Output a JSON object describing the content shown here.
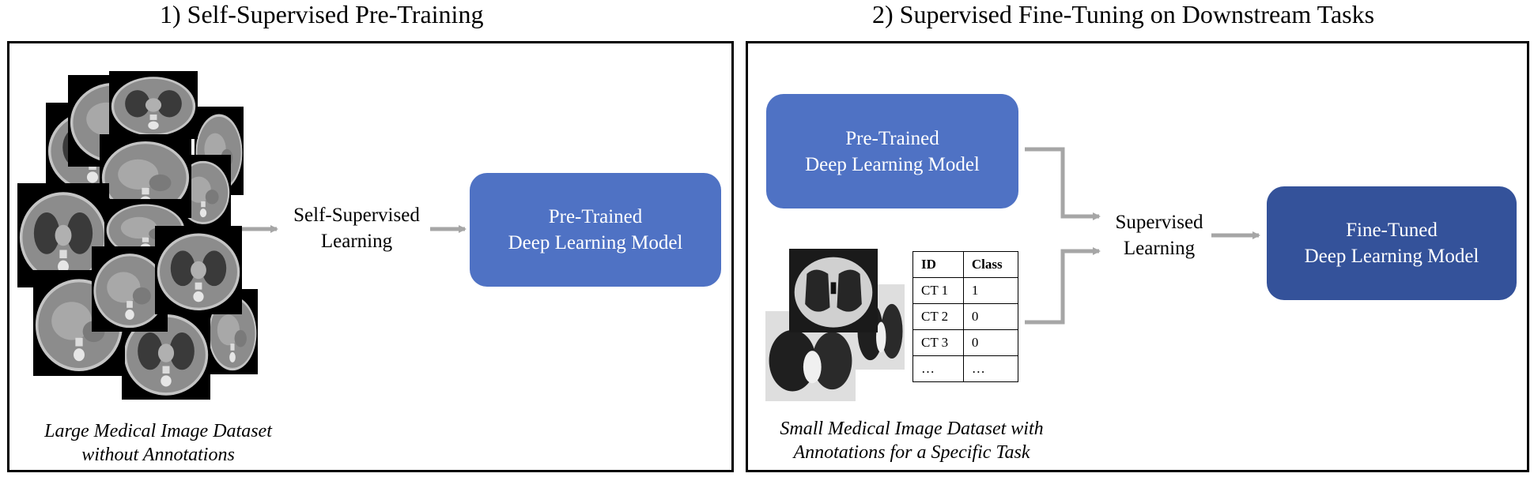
{
  "pretraining": {
    "title": "1) Self-Supervised Pre-Training",
    "step_label": [
      "Self-Supervised",
      "Learning"
    ],
    "model_box": [
      "Pre-Trained",
      "Deep Learning Model"
    ],
    "dataset_caption": [
      "Large Medical Image Dataset",
      "without Annotations"
    ]
  },
  "finetuning": {
    "title": "2) Supervised Fine-Tuning on Downstream Tasks",
    "pretrained_box": [
      "Pre-Trained",
      "Deep Learning Model"
    ],
    "step_label": [
      "Supervised",
      "Learning"
    ],
    "finetuned_box": [
      "Fine-Tuned",
      "Deep Learning Model"
    ],
    "dataset_caption": [
      "Small Medical Image Dataset with",
      "Annotations for a Specific Task"
    ],
    "annotation_table": {
      "headers": [
        "ID",
        "Class"
      ],
      "rows": [
        [
          "CT 1",
          "1"
        ],
        [
          "CT 2",
          "0"
        ],
        [
          "CT 3",
          "0"
        ],
        [
          "…",
          "…"
        ]
      ]
    }
  },
  "colors": {
    "model_box": "#4f72c4",
    "finetuned_box": "#34529a",
    "arrow": "#a6a6a6",
    "panel_border": "#000000"
  },
  "icons": {
    "scan_image": "ct-scan-thumbnail",
    "lung_image": "lung-ct-thumbnail",
    "arrow": "flow-arrow"
  }
}
